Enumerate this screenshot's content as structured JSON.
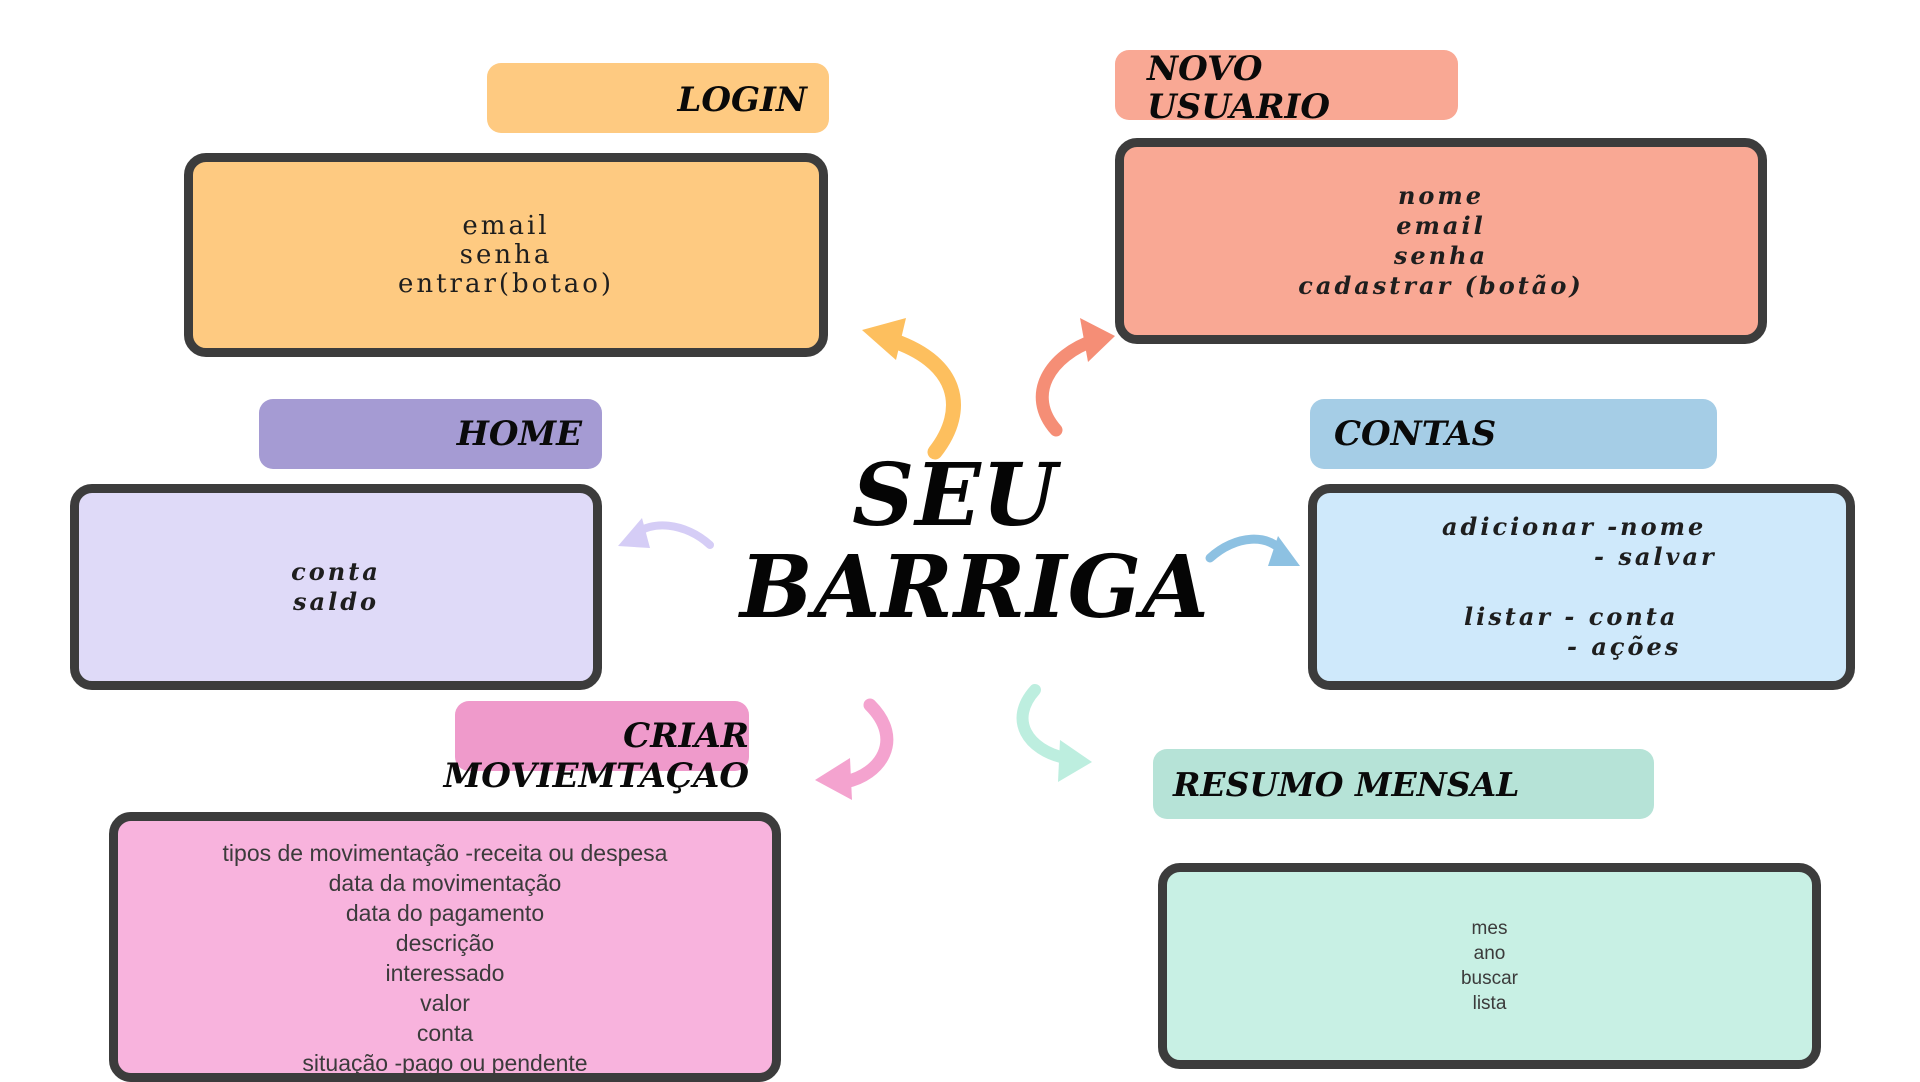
{
  "title": {
    "line1": "SEU",
    "line2": "BARRIGA"
  },
  "nodes": {
    "login": {
      "tag": "LOGIN",
      "tag_color": "#FECA81",
      "card_color": "#FECA81",
      "lines": [
        "email",
        "senha",
        "entrar(botao)"
      ]
    },
    "novo_usuario": {
      "tag_line1": "NOVO",
      "tag_line2": "USUARIO",
      "tag_color": "#F9A894",
      "card_color": "#F9A894",
      "lines": [
        "nome",
        "email",
        "senha",
        "cadastrar (botão)"
      ]
    },
    "home": {
      "tag": "HOME",
      "tag_color": "#A59BD3",
      "card_color": "#DFDAF8",
      "lines": [
        "conta",
        "saldo"
      ]
    },
    "contas": {
      "tag": "CONTAS",
      "tag_color": "#A5CDE6",
      "card_color": "#CFE9FB",
      "lines": [
        "adicionar -nome",
        "- salvar",
        "",
        "listar - conta",
        "- ações"
      ]
    },
    "criar_movimentacao": {
      "tag_line1": "CRIAR",
      "tag_line2": "MOVIEMTAÇAO",
      "tag_color": "#EF9ACB",
      "card_color": "#F8B3DD",
      "lines": [
        "tipos de movimentação -receita ou despesa",
        "data da movimentação",
        "data do pagamento",
        "descrição",
        "interessado",
        "valor",
        "conta",
        "situação -pago ou pendente"
      ]
    },
    "resumo_mensal": {
      "tag": "RESUMO MENSAL",
      "tag_color": "#B6E3D7",
      "card_color": "#C8F0E4",
      "lines": [
        "mes",
        "ano",
        "buscar",
        "lista"
      ]
    }
  },
  "arrow_colors": {
    "login": "#FDBF5E",
    "novo_usuario": "#F58E76",
    "home": "#D5CDF6",
    "contas": "#8DC1E2",
    "criar_movimentacao": "#F4A3CF",
    "resumo_mensal": "#BDEEDF"
  }
}
